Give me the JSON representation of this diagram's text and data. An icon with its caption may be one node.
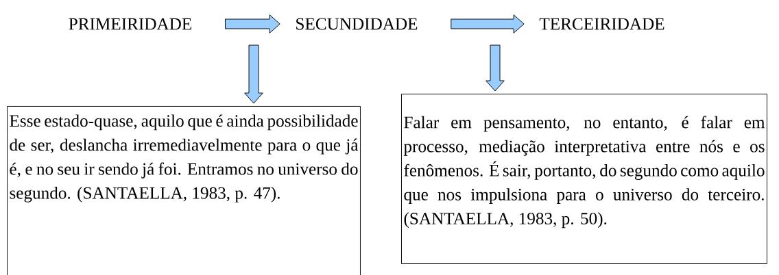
{
  "diagram": {
    "nodes": [
      {
        "text": [
          "PRIMEIRIDADE"
        ]
      },
      {
        "text": [
          "SECUNDIDADE"
        ]
      },
      {
        "text": [
          "TERCEIRIDADE"
        ]
      },
      {
        "text": [
          "Esse estado-quase, aquilo que é ainda possibilidade de ser, deslancha irremediavelmente para o que já é, e no seu ir sendo já foi. Entramos no universo do segundo. (SANTAELLA, 1983, p. 47)."
        ]
      },
      {
        "text": [
          "Falar em pensamento, no entanto, é falar em processo, mediação interpretativa entre nós e os fenômenos. É sair, portanto, do segundo como aquilo que nos impulsiona para o universo do terceiro. (SANTAELLA, 1983, p. 50)."
        ]
      }
    ],
    "edges": [
      {
        "from": 0,
        "to": 1,
        "arrow": "to"
      },
      {
        "from": 1,
        "to": 2,
        "arrow": "to"
      },
      {
        "from": null,
        "to": 3,
        "arrow": "to"
      },
      {
        "from": null,
        "to": 4,
        "arrow": "to"
      }
    ]
  }
}
